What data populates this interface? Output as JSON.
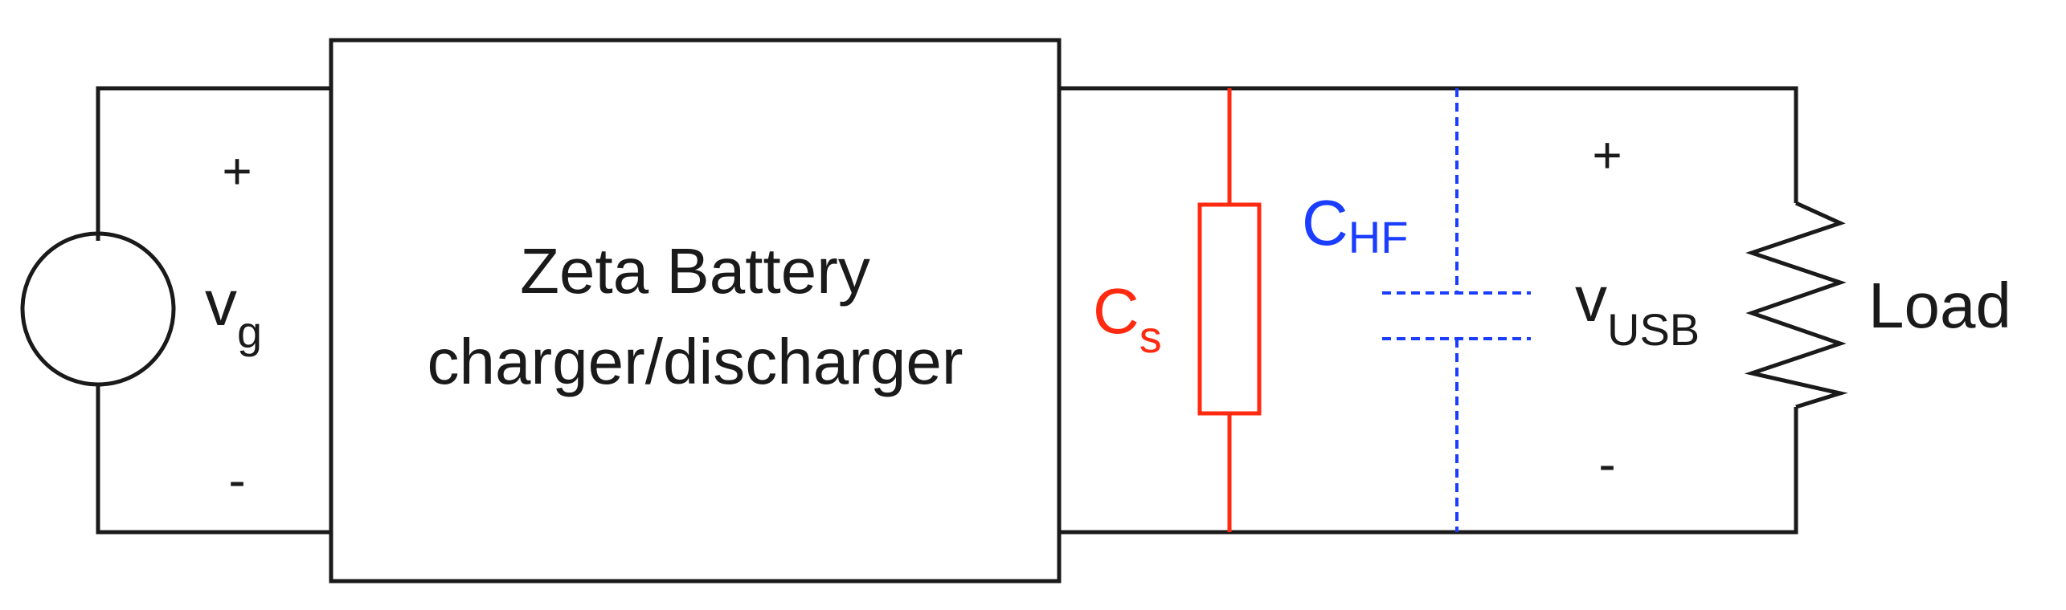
{
  "block": {
    "line1": "Zeta Battery",
    "line2": "charger/discharger"
  },
  "source": {
    "plus": "+",
    "minus": "-",
    "name_main": "v",
    "name_sub": "g"
  },
  "cs": {
    "main": "C",
    "sub": "s"
  },
  "chf": {
    "main": "C",
    "sub": "HF"
  },
  "output": {
    "plus": "+",
    "minus": "-",
    "name_main": "v",
    "name_sub": "USB"
  },
  "load": {
    "label": "Load"
  },
  "colors": {
    "wire": "#1a1a1a",
    "cs": "#ff2a10",
    "chf": "#1a3dff"
  }
}
